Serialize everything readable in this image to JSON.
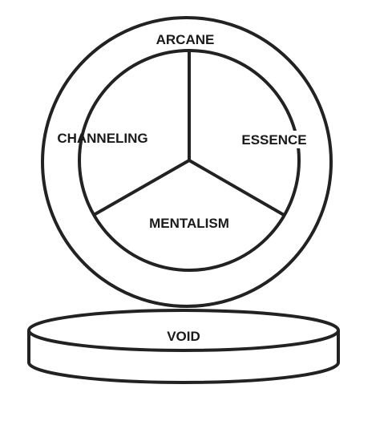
{
  "labels": {
    "top": "ARCANE",
    "left": "CHANNELING",
    "right": "ESSENCE",
    "bottom": "MENTALISM",
    "base": "VOID"
  },
  "colors": {
    "line": "#222222",
    "text": "#1a1a1a",
    "background": "#ffffff"
  }
}
